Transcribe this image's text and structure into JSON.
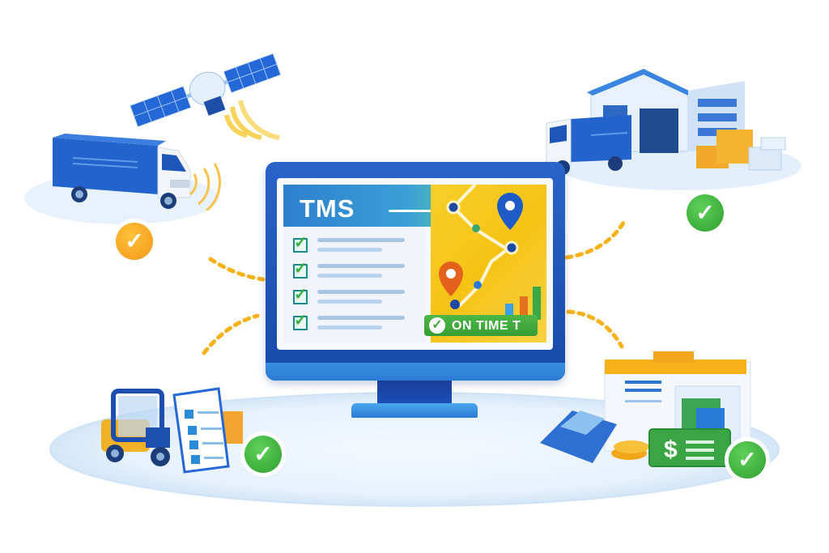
{
  "illustration": {
    "subject": "Transportation Management System overview",
    "monitor": {
      "title": "TMS",
      "checklist_items": 4,
      "status_badge": "ON TIME T",
      "map_pins": [
        "blue-pin",
        "orange-pin"
      ],
      "chart_bars": [
        "blue",
        "orange",
        "green"
      ]
    },
    "nodes": [
      {
        "name": "satellite",
        "position": "top-left"
      },
      {
        "name": "delivery-truck",
        "position": "left",
        "badge": "orange-check"
      },
      {
        "name": "warehouse-with-truck",
        "position": "top-right",
        "badge": "green-check"
      },
      {
        "name": "forklift-checklist",
        "position": "bottom-left",
        "badge": "green-check"
      },
      {
        "name": "billing-invoice-calculator",
        "position": "bottom-right",
        "badge": "green-check",
        "currency_symbol": "$"
      }
    ],
    "badges": {
      "check": "✓"
    },
    "colors": {
      "primary_blue": "#1e56c4",
      "accent_yellow": "#f7c51e",
      "connector_orange": "#f7b21a",
      "success_green": "#3ea83a",
      "warning_orange": "#f59b1a"
    }
  }
}
